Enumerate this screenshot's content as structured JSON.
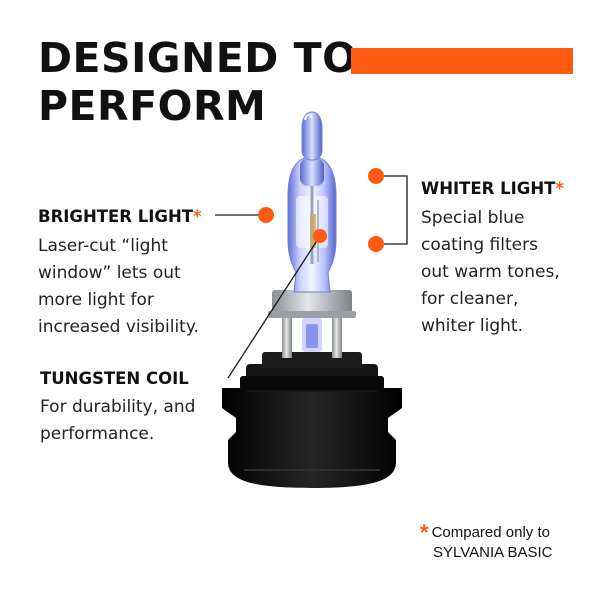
{
  "headline": {
    "line1": "DESIGNED TO",
    "line2": "PERFORM"
  },
  "colors": {
    "accent": "#ff5a12",
    "text": "#111111",
    "base": "#0d0d0d",
    "blue_glass": "#a9b8ff"
  },
  "callouts": {
    "brighter": {
      "title": "BRIGHTER LIGHT",
      "star": "*",
      "lines": [
        "Laser-cut “light",
        "window” lets out",
        "more light for",
        "increased visibility."
      ]
    },
    "whiter": {
      "title": "WHITER LIGHT",
      "star": "*",
      "lines": [
        "Special blue",
        "coating filters",
        "out warm tones,",
        "for cleaner,",
        "whiter light."
      ]
    },
    "tungsten": {
      "title": "TUNGSTEN COIL",
      "lines": [
        "For durability, and",
        "performance."
      ]
    }
  },
  "footnote": {
    "star": "*",
    "line1": "Compared only to",
    "line2": "SYLVANIA BASIC"
  },
  "icons": {
    "marker": "orange-dot",
    "product": "headlight-bulb"
  }
}
